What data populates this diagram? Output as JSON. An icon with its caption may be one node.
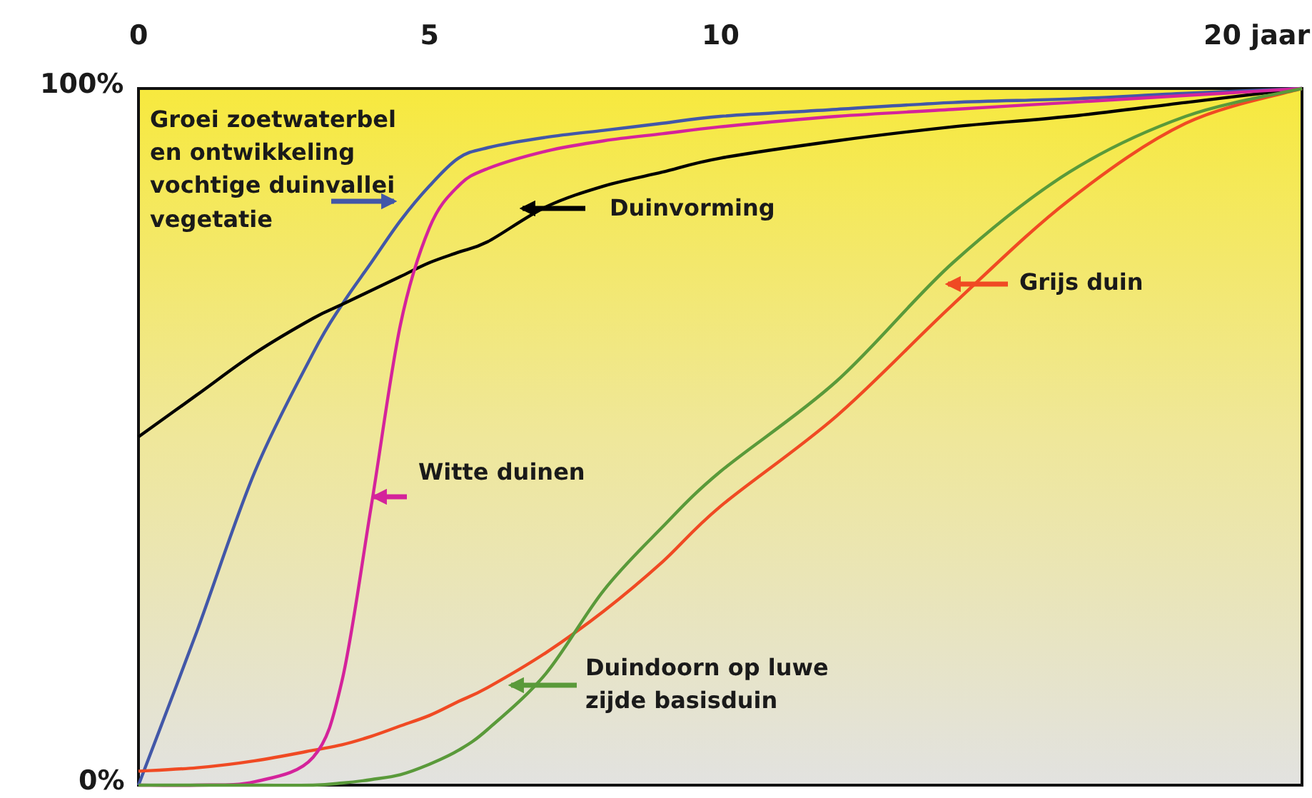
{
  "diagram": {
    "chart_data": {
      "type": "line",
      "x": [
        0,
        1,
        2,
        3,
        3.5,
        4,
        4.5,
        5,
        5.5,
        6,
        7,
        8,
        9,
        10,
        12,
        14,
        16,
        18,
        20
      ],
      "xlim": [
        0,
        20
      ],
      "ylim": [
        0,
        100
      ],
      "legend": {
        "inline": true
      },
      "xticks": [
        0,
        5,
        10,
        {
          "value": 20,
          "label": "20 jaar"
        }
      ],
      "yticks": [
        {
          "value": 0,
          "label": "0%"
        },
        {
          "value": 100,
          "label": "100%"
        }
      ],
      "series": [
        {
          "name": "Groei zoetwaterbel en ontwikkeling vochtige duinvallei vegetatie",
          "color": "#4257a8",
          "values": [
            0,
            22,
            45,
            62,
            69,
            75,
            81,
            86,
            90,
            91.5,
            93,
            94,
            95,
            96,
            97,
            98,
            98.5,
            99.3,
            100
          ]
        },
        {
          "name": "Duinvorming",
          "color": "#000000",
          "values": [
            50,
            56,
            62,
            67,
            69,
            71,
            73,
            75,
            76.5,
            78,
            83,
            86,
            88,
            90,
            92.5,
            94.5,
            96,
            98,
            100
          ]
        },
        {
          "name": "Grijs duin",
          "color": "#f04a23",
          "values": [
            2,
            2.5,
            3.5,
            5,
            5.8,
            7,
            8.5,
            10,
            12,
            14,
            19,
            25,
            32,
            40,
            53,
            69,
            84,
            95,
            100
          ]
        },
        {
          "name": "Witte duinen",
          "color": "#d4239b",
          "values": [
            0,
            0,
            0.5,
            4,
            15,
            40,
            66,
            80,
            86,
            88.5,
            91,
            92.5,
            93.5,
            94.5,
            96,
            97,
            98,
            99,
            100
          ]
        },
        {
          "name": "Duindoorn op luwe zijde basisduin",
          "color": "#5a9a3a",
          "values": [
            0,
            0,
            0,
            0,
            0.3,
            0.8,
            1.5,
            3,
            5,
            8,
            16,
            28,
            37,
            45,
            58,
            75,
            88,
            96,
            100
          ]
        }
      ]
    }
  }
}
